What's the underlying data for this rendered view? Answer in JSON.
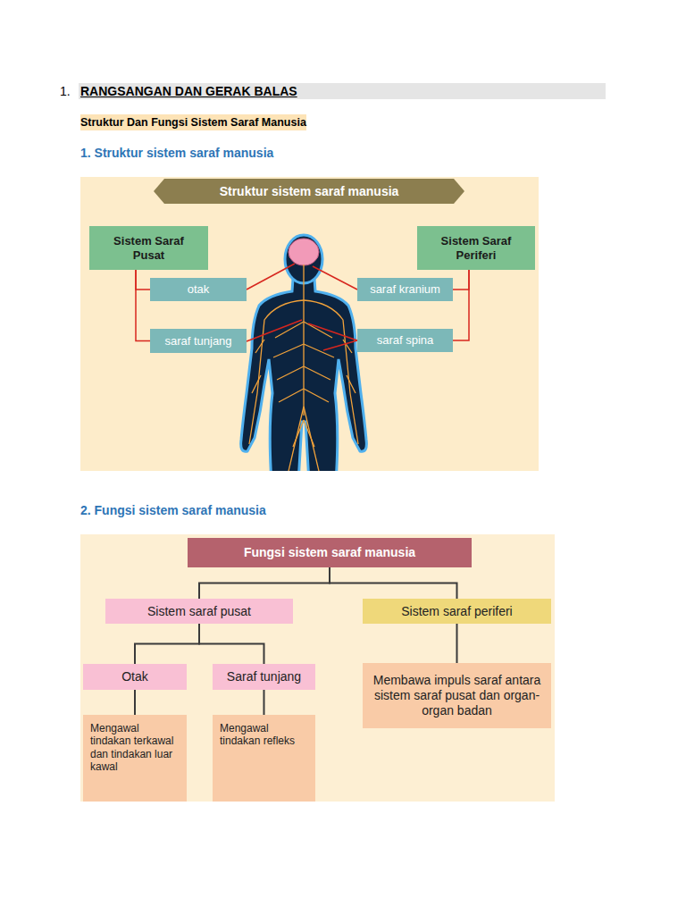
{
  "diagram": {
    "title": "RANGSANGAN DAN GERAK BALAS",
    "nodes": [
      {
        "text": [
          "Struktur sistem saraf manusia"
        ]
      },
      {
        "text": [
          "Sistem Saraf Pusat"
        ]
      },
      {
        "text": [
          "Sistem Saraf Periferi"
        ]
      },
      {
        "text": [
          "otak"
        ]
      },
      {
        "text": [
          "saraf kranium"
        ]
      },
      {
        "text": [
          "saraf tunjang"
        ]
      },
      {
        "text": [
          "saraf spina"
        ]
      },
      {
        "text": [
          "Fungsi sistem saraf manusia"
        ]
      },
      {
        "text": [
          "Sistem saraf pusat"
        ]
      },
      {
        "text": [
          "Sistem saraf periferi"
        ]
      },
      {
        "text": [
          "Otak"
        ]
      },
      {
        "text": [
          "Saraf tunjang"
        ]
      },
      {
        "text": [
          "Membawa impuls saraf antara sistem saraf pusat dan organ-organ badan"
        ]
      },
      {
        "text": [
          "Mengawal tindakan terkawal dan tindakan luar kawal"
        ]
      },
      {
        "text": [
          "Mengawal tindakan refleks"
        ]
      }
    ],
    "edges": [
      {
        "from": 1,
        "to": 3,
        "arrow": "none"
      },
      {
        "from": 1,
        "to": 5,
        "arrow": "none"
      },
      {
        "from": 2,
        "to": 4,
        "arrow": "none"
      },
      {
        "from": 2,
        "to": 6,
        "arrow": "none"
      },
      {
        "from": 7,
        "to": 8,
        "arrow": "none"
      },
      {
        "from": 7,
        "to": 9,
        "arrow": "none"
      },
      {
        "from": 8,
        "to": 10,
        "arrow": "none"
      },
      {
        "from": 8,
        "to": 11,
        "arrow": "none"
      },
      {
        "from": 9,
        "to": 12,
        "arrow": "none"
      },
      {
        "from": 10,
        "to": 13,
        "arrow": "none"
      },
      {
        "from": 11,
        "to": 14,
        "arrow": "none"
      }
    ],
    "labels": [
      "1.",
      "Struktur Dan Fungsi Sistem Saraf Manusia",
      "1. Struktur sistem saraf manusia",
      "2. Fungsi sistem saraf manusia"
    ]
  }
}
